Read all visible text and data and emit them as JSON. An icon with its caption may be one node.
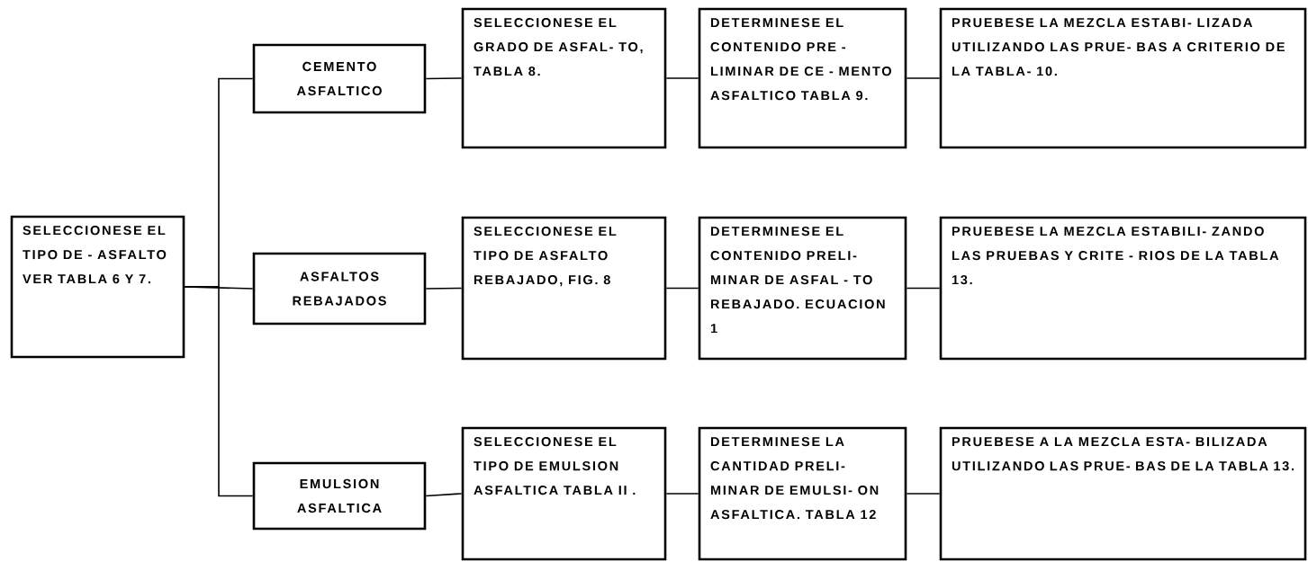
{
  "diagram": {
    "nodes": [
      {
        "text": [
          "SELECCIONESE EL TIPO DE - ASFALTO VER TABLA 6 Y 7."
        ]
      },
      {
        "text": [
          "CEMENTO ASFALTICO"
        ]
      },
      {
        "text": [
          "SELECCIONESE EL GRADO DE ASFAL- TO, TABLA 8."
        ]
      },
      {
        "text": [
          "DETERMINESE EL CONTENIDO PRE - LIMINAR DE CE - MENTO ASFALTICO TABLA 9."
        ]
      },
      {
        "text": [
          "PRUEBESE LA MEZCLA ESTABI- LIZADA UTILIZANDO LAS PRUE- BAS A CRITERIO DE LA TABLA- 10."
        ]
      },
      {
        "text": [
          "ASFALTOS REBAJADOS"
        ]
      },
      {
        "text": [
          "SELECCIONESE EL TIPO DE ASFALTO REBAJADO, FIG. 8"
        ]
      },
      {
        "text": [
          "DETERMINESE EL CONTENIDO PRELI- MINAR DE ASFAL - TO REBAJADO. ECUACION 1"
        ]
      },
      {
        "text": [
          "PRUEBESE LA MEZCLA ESTABILI- ZANDO LAS PRUEBAS Y CRITE - RIOS DE LA TABLA 13."
        ]
      },
      {
        "text": [
          "EMULSION ASFALTICA"
        ]
      },
      {
        "text": [
          "SELECCIONESE EL TIPO DE EMULSION ASFALTICA TABLA II ."
        ]
      },
      {
        "text": [
          "DETERMINESE LA CANTIDAD PRELI- MINAR DE EMULSI- ON ASFALTICA. TABLA 12"
        ]
      },
      {
        "text": [
          "PRUEBESE A LA MEZCLA ESTA- BILIZADA UTILIZANDO LAS PRUE- BAS DE LA TABLA 13."
        ]
      }
    ],
    "edges": [
      {
        "from": 0,
        "to": 1,
        "arrow": "none"
      },
      {
        "from": 0,
        "to": 5,
        "arrow": "none"
      },
      {
        "from": 0,
        "to": 9,
        "arrow": "none"
      },
      {
        "from": 1,
        "to": 2,
        "arrow": "none"
      },
      {
        "from": 2,
        "to": 3,
        "arrow": "none"
      },
      {
        "from": 3,
        "to": 4,
        "arrow": "none"
      },
      {
        "from": 5,
        "to": 6,
        "arrow": "none"
      },
      {
        "from": 6,
        "to": 7,
        "arrow": "none"
      },
      {
        "from": 7,
        "to": 8,
        "arrow": "none"
      },
      {
        "from": 9,
        "to": 10,
        "arrow": "none"
      },
      {
        "from": 10,
        "to": 11,
        "arrow": "none"
      },
      {
        "from": 11,
        "to": 12,
        "arrow": "none"
      }
    ]
  }
}
